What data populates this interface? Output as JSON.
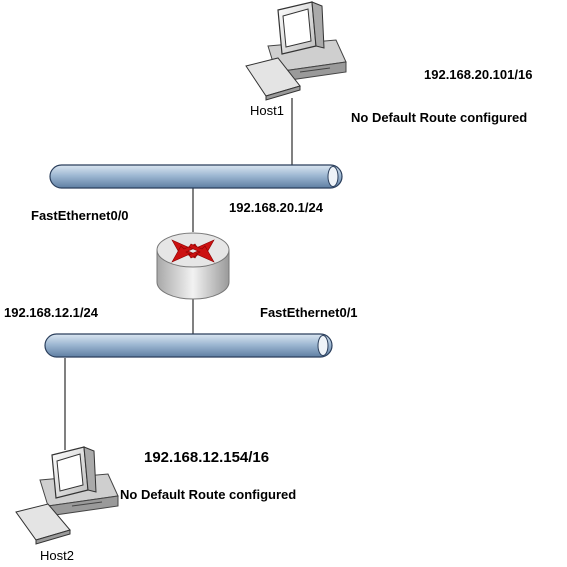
{
  "host1": {
    "name": "Host1",
    "ip": "192.168.20.101/16",
    "route_note": "No Default Route configured"
  },
  "host2": {
    "name": "Host2",
    "ip": "192.168.12.154/16",
    "route_note": "No Default Route configured"
  },
  "router": {
    "iface_top": "FastEthernet0/0",
    "iface_top_ip": "192.168.20.1/24",
    "iface_bottom": "FastEthernet0/1",
    "iface_bottom_ip": "192.168.12.1/24"
  },
  "colors": {
    "bus": "#9fb9d3",
    "bus_edge": "#2b3f5c",
    "router_arrow": "#cc1111",
    "router_body": "#d9d9d9"
  }
}
